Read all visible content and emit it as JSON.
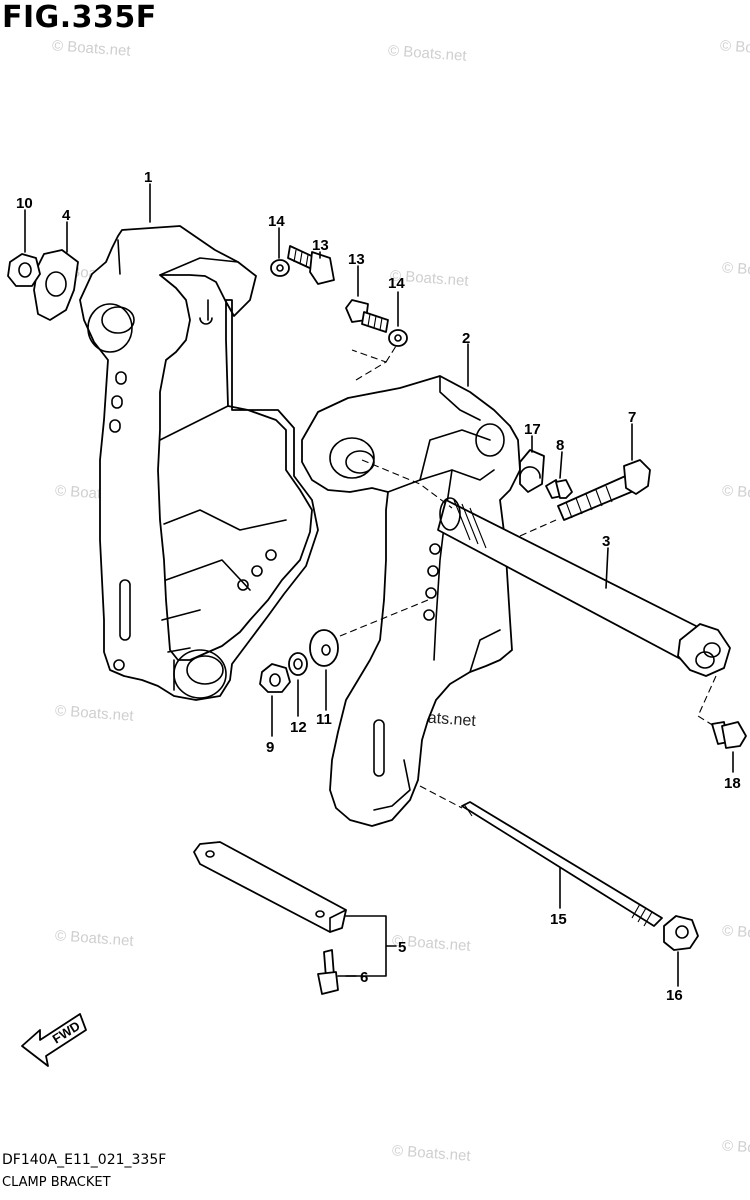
{
  "figure": {
    "title": "FIG.335F",
    "code": "DF140A_E11_021_335F",
    "name": "CLAMP BRACKET"
  },
  "watermark": "© Boats.net",
  "fwd_label": "FWD",
  "callouts": {
    "c1": "1",
    "c2": "2",
    "c3": "3",
    "c4": "4",
    "c5": "5",
    "c6": "6",
    "c7": "7",
    "c8": "8",
    "c9": "9",
    "c10": "10",
    "c11": "11",
    "c12": "12",
    "c13a": "13",
    "c13b": "13",
    "c14a": "14",
    "c14b": "14",
    "c15": "15",
    "c16": "16",
    "c17": "17",
    "c18": "18"
  }
}
